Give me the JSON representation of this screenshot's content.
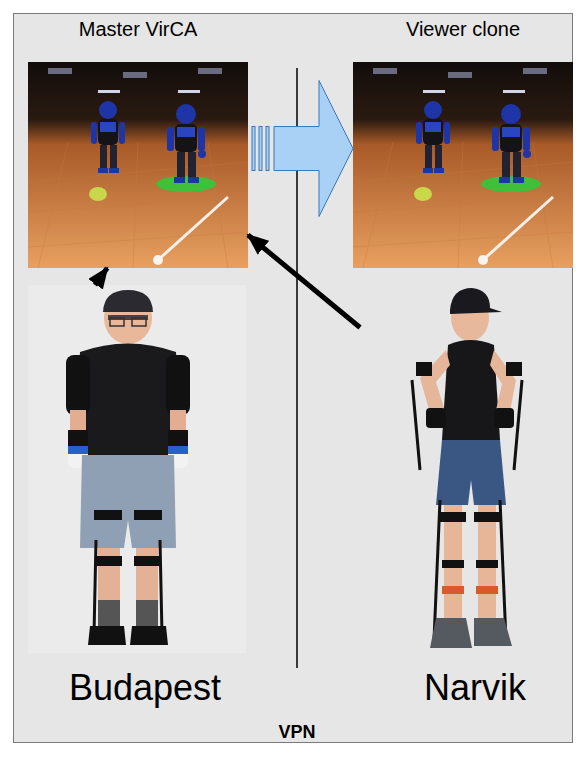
{
  "diagram": {
    "nodes": [
      {
        "text": [
          "Master VirCA"
        ]
      },
      {
        "text": [
          "Viewer clone"
        ]
      },
      {
        "text": [
          "Budapest"
        ]
      },
      {
        "text": [
          "Narvik"
        ]
      }
    ],
    "edges": [
      {
        "from": 2,
        "to": 0,
        "arrow": "to"
      },
      {
        "from": 3,
        "to": 0,
        "arrow": "to"
      },
      {
        "from": 0,
        "to": 1,
        "arrow": "to"
      }
    ],
    "labels": [
      "VPN"
    ]
  }
}
